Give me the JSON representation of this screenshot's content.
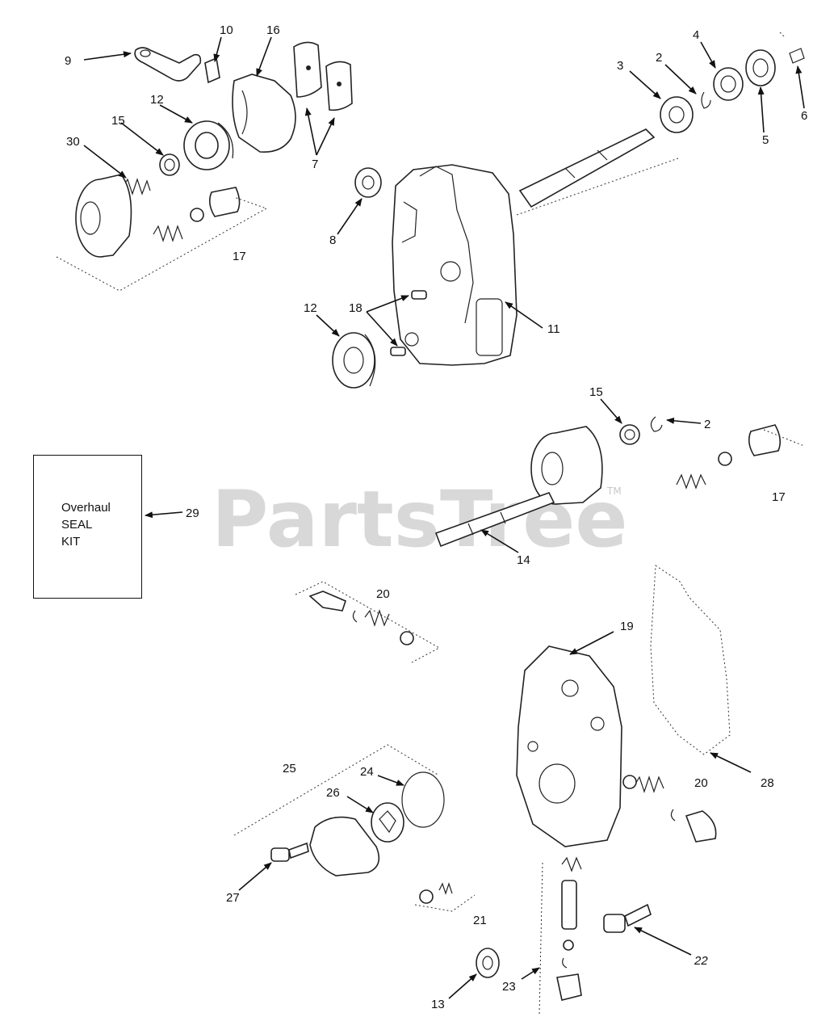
{
  "watermark": {
    "text": "PartsTree",
    "mark": "TM"
  },
  "kit_box": {
    "lines": [
      "Overhaul",
      "SEAL",
      "KIT"
    ]
  },
  "labels": [
    {
      "id": "label-9",
      "text": "9"
    },
    {
      "id": "label-10",
      "text": "10"
    },
    {
      "id": "label-16",
      "text": "16"
    },
    {
      "id": "label-12-top",
      "text": "12"
    },
    {
      "id": "label-15-top",
      "text": "15"
    },
    {
      "id": "label-30",
      "text": "30"
    },
    {
      "id": "label-7",
      "text": "7"
    },
    {
      "id": "label-8",
      "text": "8"
    },
    {
      "id": "label-17-top",
      "text": "17"
    },
    {
      "id": "label-3",
      "text": "3"
    },
    {
      "id": "label-2-top",
      "text": "2"
    },
    {
      "id": "label-4",
      "text": "4"
    },
    {
      "id": "label-5",
      "text": "5"
    },
    {
      "id": "label-6",
      "text": "6"
    },
    {
      "id": "label-12-mid",
      "text": "12"
    },
    {
      "id": "label-18",
      "text": "18"
    },
    {
      "id": "label-11",
      "text": "11"
    },
    {
      "id": "label-15-mid",
      "text": "15"
    },
    {
      "id": "label-2-mid",
      "text": "2"
    },
    {
      "id": "label-17-mid",
      "text": "17"
    },
    {
      "id": "label-14",
      "text": "14"
    },
    {
      "id": "label-29",
      "text": "29"
    },
    {
      "id": "label-20-left",
      "text": "20"
    },
    {
      "id": "label-19",
      "text": "19"
    },
    {
      "id": "label-20-right",
      "text": "20"
    },
    {
      "id": "label-28",
      "text": "28"
    },
    {
      "id": "label-25",
      "text": "25"
    },
    {
      "id": "label-24",
      "text": "24"
    },
    {
      "id": "label-26",
      "text": "26"
    },
    {
      "id": "label-27",
      "text": "27"
    },
    {
      "id": "label-21",
      "text": "21"
    },
    {
      "id": "label-22",
      "text": "22"
    },
    {
      "id": "label-23",
      "text": "23"
    },
    {
      "id": "label-13",
      "text": "13"
    }
  ]
}
